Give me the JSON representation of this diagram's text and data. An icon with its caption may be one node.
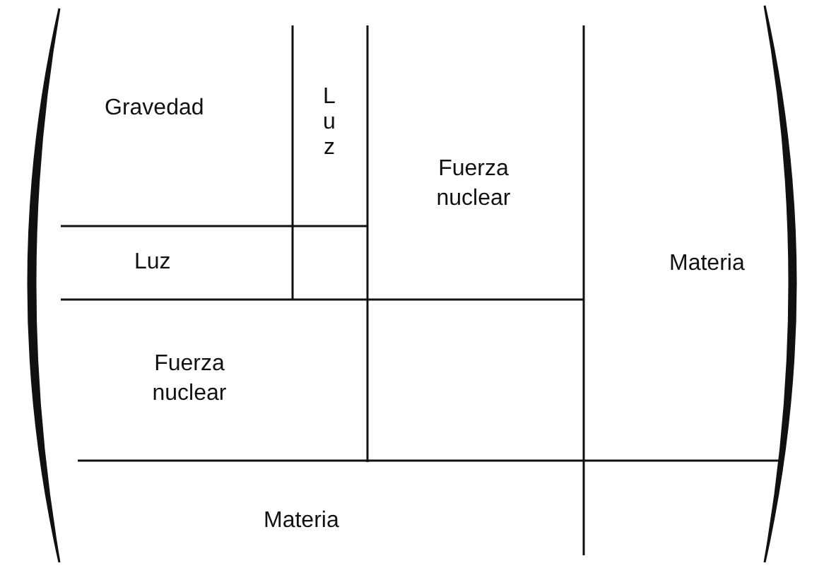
{
  "diagram": {
    "labels": [
      "Gravedad",
      "Luz",
      "Fuerza nuclear",
      "Luz",
      "Materia",
      "Fuerza nuclear",
      "Materia"
    ]
  }
}
